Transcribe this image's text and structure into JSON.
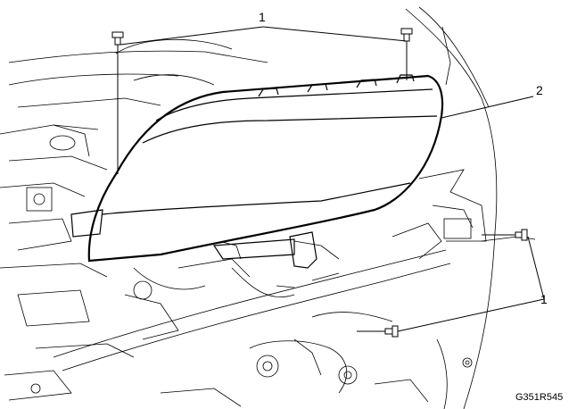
{
  "diagram": {
    "callouts": {
      "fasteners_top": "1",
      "headlamp": "2",
      "fasteners_right": "1"
    },
    "figure_id": "G351R545"
  }
}
